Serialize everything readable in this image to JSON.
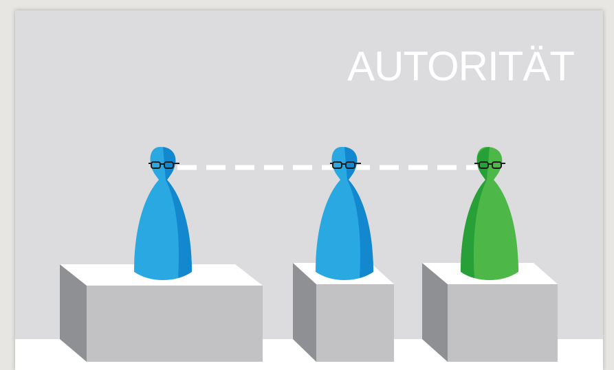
{
  "title": "AUTORITÄT",
  "figures": [
    {
      "name": "blue-figure-left",
      "color": "blue"
    },
    {
      "name": "blue-figure-middle",
      "color": "blue"
    },
    {
      "name": "green-figure-right",
      "color": "green"
    }
  ],
  "colors": {
    "background": "#dcdcde",
    "outer_frame": "#e7e6e3",
    "title": "#ffffff",
    "blue_light": "#2aa8e2",
    "blue_dark": "#1488cf",
    "green_light": "#4db848",
    "green_dark": "#27a037",
    "pedestal_top": "#ffffff",
    "pedestal_front": "#c2c2c4",
    "pedestal_side": "#8f9093",
    "dashed_line": "#ffffff",
    "glasses": "#1c1c1c"
  },
  "icons": [
    "glasses-icon",
    "dashed-line"
  ]
}
